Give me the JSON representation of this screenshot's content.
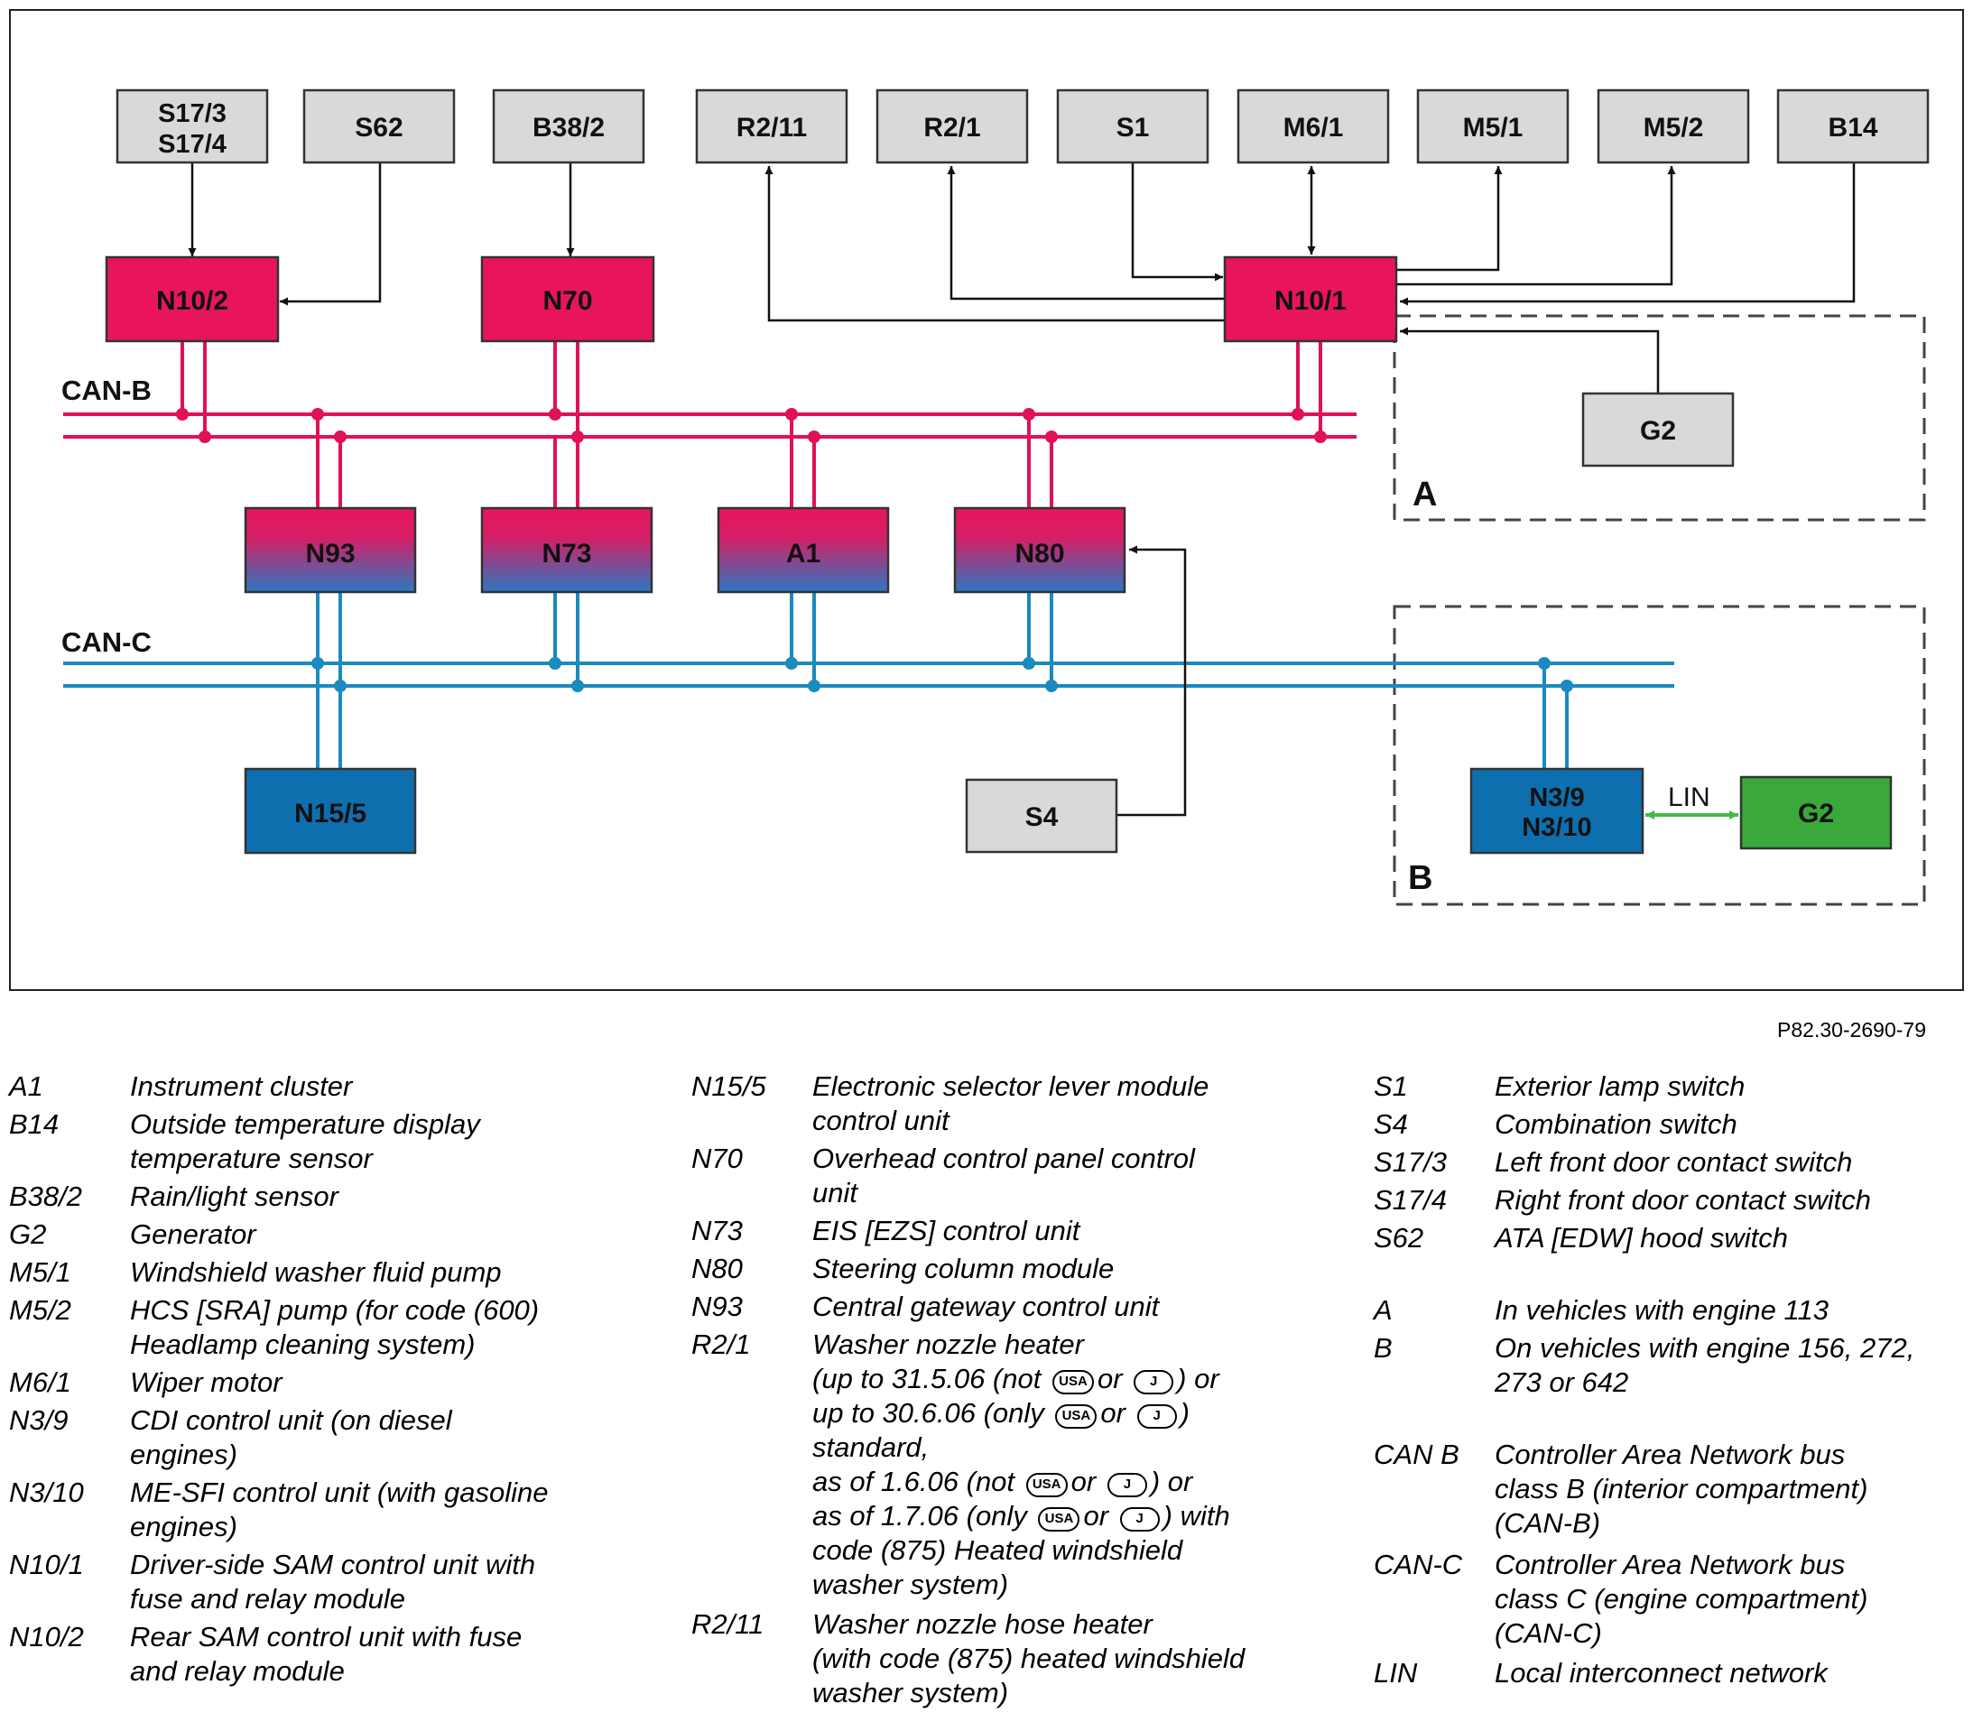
{
  "bus_labels": {
    "can_b": "CAN-B",
    "can_c": "CAN-C",
    "lin": "LIN"
  },
  "group_labels": {
    "a": "A",
    "b": "B"
  },
  "figure_code": "P82.30-2690-79",
  "colors": {
    "can_b": "#e0105a",
    "can_c": "#1a8ac0",
    "lin": "#44bb44",
    "module_pink": "#e8155e",
    "module_blue": "#0e6fae",
    "module_gray": "#d9d9d9",
    "module_green": "#3aa83a"
  },
  "components": {
    "s17": "S17/3\nS17/4",
    "s62": "S62",
    "b38_2": "B38/2",
    "r2_11": "R2/11",
    "r2_1": "R2/1",
    "s1": "S1",
    "m6_1": "M6/1",
    "m5_1": "M5/1",
    "m5_2": "M5/2",
    "b14": "B14",
    "n10_2": "N10/2",
    "n70": "N70",
    "n10_1": "N10/1",
    "g2_a": "G2",
    "n93": "N93",
    "n73": "N73",
    "a1": "A1",
    "n80": "N80",
    "n15_5": "N15/5",
    "s4": "S4",
    "n3": "N3/9\nN3/10",
    "g2_b": "G2"
  },
  "legend": {
    "col1": [
      {
        "code": "A1",
        "text": "Instrument cluster"
      },
      {
        "code": "B14",
        "text": "Outside temperature display\ntemperature sensor"
      },
      {
        "code": "B38/2",
        "text": "Rain/light sensor"
      },
      {
        "code": "G2",
        "text": "Generator"
      },
      {
        "code": "M5/1",
        "text": "Windshield washer fluid pump"
      },
      {
        "code": "M5/2",
        "text": "HCS [SRA] pump (for code (600)\nHeadlamp cleaning system)"
      },
      {
        "code": "M6/1",
        "text": "Wiper motor"
      },
      {
        "code": "N3/9",
        "text": "CDI control unit (on diesel\nengines)"
      },
      {
        "code": "N3/10",
        "text": "ME-SFI control unit (with gasoline\nengines)"
      },
      {
        "code": "N10/1",
        "text": "Driver-side SAM control unit with\nfuse and relay module"
      },
      {
        "code": "N10/2",
        "text": "Rear SAM control unit with fuse\nand relay module"
      }
    ],
    "col2": [
      {
        "code": "N15/5",
        "text": "Electronic selector lever module\ncontrol unit"
      },
      {
        "code": "N70",
        "text": "Overhead control panel control\nunit"
      },
      {
        "code": "N73",
        "text": "EIS [EZS] control unit"
      },
      {
        "code": "N80",
        "text": "Steering column module"
      },
      {
        "code": "N93",
        "text": "Central gateway control unit"
      },
      {
        "code": "R2/1",
        "text": "Washer nozzle heater"
      },
      {
        "code": "R2/11",
        "text": "Washer nozzle hose heater\n(with code (875) heated windshield\nwasher system)"
      }
    ],
    "r2_1_detail": {
      "l1a": "(up to 31.5.06 (not",
      "l1b": "or",
      "l1c": ") or",
      "l2a": "up to 30.6.06 (only",
      "l2b": "or",
      "l2c": ")",
      "l3": "standard,",
      "l4a": "as of 1.6.06 (not",
      "l4b": "or",
      "l4c": ") or",
      "l5a": "as of 1.7.06 (only",
      "l5b": "or",
      "l5c": ") with",
      "l6": "code (875) Heated windshield",
      "l7": "washer system)",
      "badge_usa": "USA",
      "badge_j": "J"
    },
    "col3": [
      {
        "code": "S1",
        "text": "Exterior lamp switch"
      },
      {
        "code": "S4",
        "text": "Combination switch"
      },
      {
        "code": "S17/3",
        "text": "Left front door contact switch"
      },
      {
        "code": "S17/4",
        "text": "Right front door contact switch"
      },
      {
        "code": "S62",
        "text": "ATA [EDW] hood switch"
      },
      {
        "code": "A",
        "text": "In vehicles with engine 113"
      },
      {
        "code": "B",
        "text": "On vehicles with engine 156, 272,\n273 or 642"
      },
      {
        "code": "CAN B",
        "text": "Controller Area Network bus\nclass B (interior compartment)\n(CAN-B)"
      },
      {
        "code": "CAN-C",
        "text": "Controller Area Network bus\nclass C (engine compartment)\n(CAN-C)"
      },
      {
        "code": "LIN",
        "text": "Local interconnect network"
      }
    ]
  }
}
